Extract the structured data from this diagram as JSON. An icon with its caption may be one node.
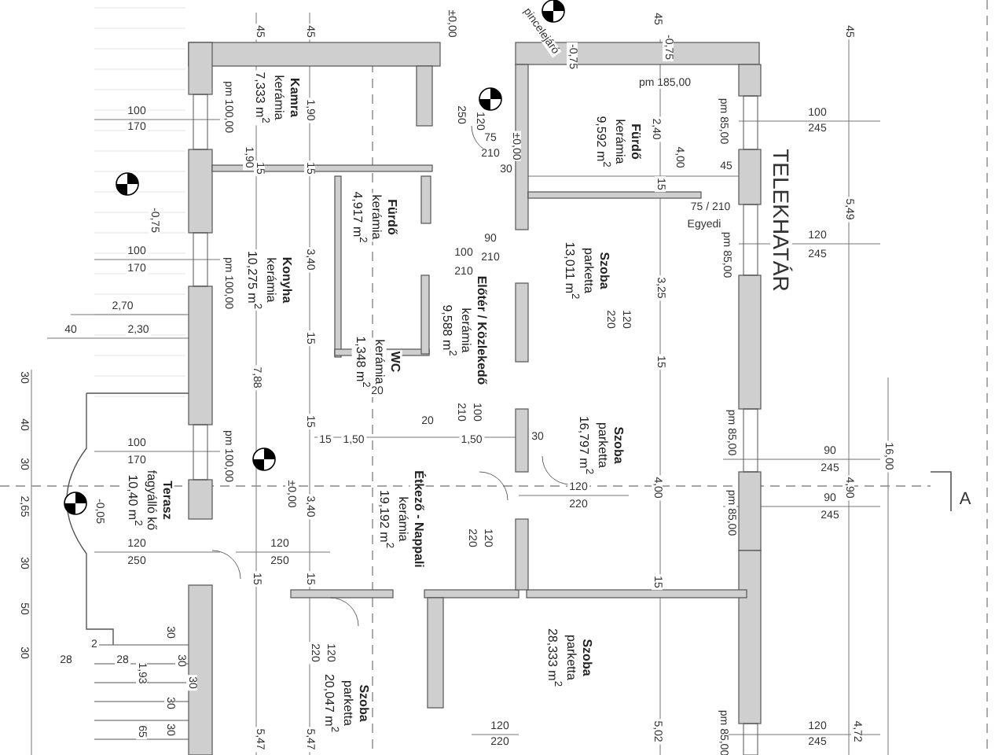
{
  "diagram": {
    "nodes": [
      {
        "text": [
          "Kamra",
          "kerámia",
          "7,333 m$^{2}$"
        ]
      },
      {
        "text": [
          "Fürdő",
          "kerámia",
          "4,917 m$^{2}$"
        ]
      },
      {
        "text": [
          "Konyha",
          "kerámia",
          "10,275 m$^{2}$"
        ]
      },
      {
        "text": [
          "WC",
          "kerámia",
          "1,348 m$^{2}$"
        ]
      },
      {
        "text": [
          "Előtér / Közlekedő",
          "kerámia",
          "9,588 m$^{2}$"
        ]
      },
      {
        "text": [
          "Fürdő",
          "kerámia",
          "9,592 m$^{2}$"
        ]
      },
      {
        "text": [
          "Szoba",
          "parketta",
          "13,011 m$^{2}$"
        ]
      },
      {
        "text": [
          "Szoba",
          "parketta",
          "16,797 m$^{2}$"
        ]
      },
      {
        "text": [
          "Étkező - Nappali",
          "kerámia",
          "19,192 m$^{2}$"
        ]
      },
      {
        "text": [
          "Terasz",
          "fagyálló kő",
          "10,40 m$^{2}$"
        ]
      },
      {
        "text": [
          "Szoba",
          "parketta",
          "28,333 m$^{2}$"
        ]
      },
      {
        "text": [
          "Szoba",
          "parketta",
          "20,047 m$^{2}$"
        ]
      }
    ],
    "edges": [],
    "labels": [
      "pincelejáró",
      "45",
      "45",
      "±0,00",
      "-0,75",
      "45",
      "-0,75",
      "45",
      "pm 185,00",
      "1,90",
      "1,90",
      "pm 100,00",
      "250",
      "120",
      "100",
      "170",
      "75",
      "210",
      "pm 85,00",
      "100",
      "245",
      "±0,00",
      "2,40",
      "4,00",
      "15",
      "15",
      "30",
      "15",
      "45",
      "TELEKHATÁR",
      "5,49",
      "75 / 210",
      "Egyedi",
      "-0,75",
      "120",
      "245",
      "pm 85,00",
      "90",
      "100",
      "210",
      "210",
      "100",
      "170",
      "3,40",
      "pm 100,00",
      "3,25",
      "2,70",
      "40",
      "2,30",
      "220",
      "120",
      "15",
      "15",
      "7,88",
      "30",
      "20",
      "210",
      "100",
      "20",
      "40",
      "15",
      "15",
      "1,50",
      "1,50",
      "30",
      "pm 85,00",
      "90",
      "245",
      "16,00",
      "100",
      "170",
      "pm 100,00",
      "30",
      "±0,00",
      "4,00",
      "4,90",
      "120",
      "A",
      "2,65",
      "-0,05",
      "3,40",
      "pm 85,00",
      "90",
      "245",
      "220",
      "220",
      "120",
      "120",
      "250",
      "120",
      "250",
      "30",
      "15",
      "15",
      "15",
      "50",
      "30",
      "2",
      "220",
      "120",
      "30",
      "28",
      "28",
      "30",
      "1,93",
      "30",
      "30",
      "65",
      "30",
      "5,47",
      "5,47",
      "5,02",
      "pm 85,00",
      "120",
      "220",
      "120",
      "245",
      "4,72"
    ]
  }
}
